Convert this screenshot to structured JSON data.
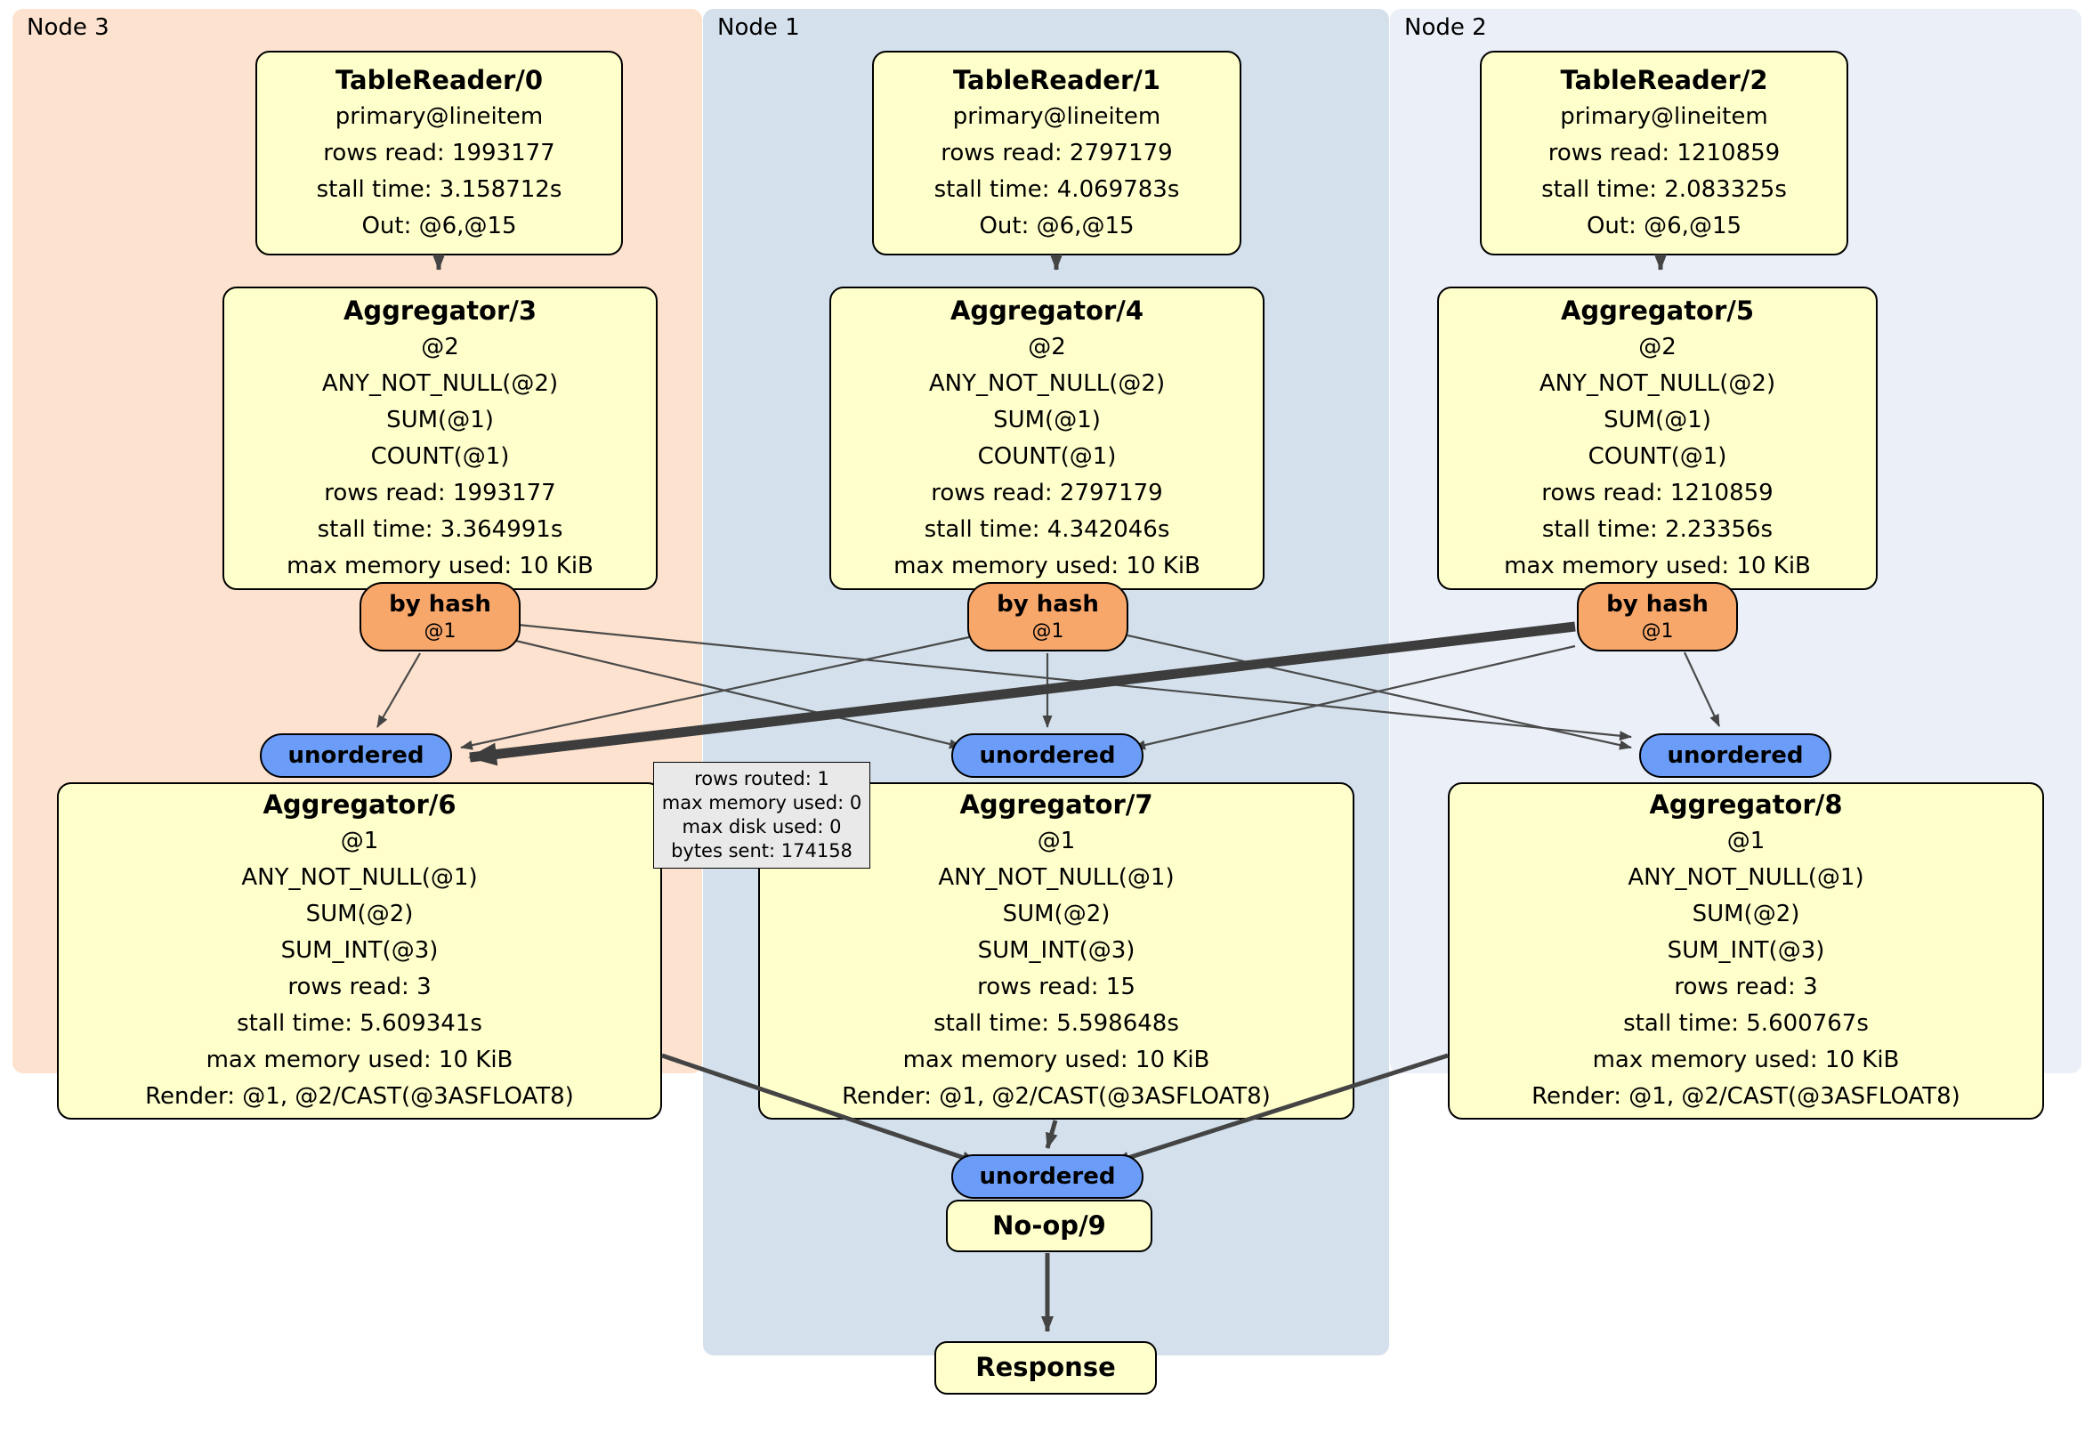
{
  "panels": {
    "node3": {
      "label": "Node 3"
    },
    "node1": {
      "label": "Node 1"
    },
    "node2": {
      "label": "Node 2"
    }
  },
  "processors": {
    "tablereader0": {
      "title": "TableReader/0",
      "lines": [
        "primary@lineitem",
        "rows read: 1993177",
        "stall time: 3.158712s",
        "Out: @6,@15"
      ]
    },
    "tablereader1": {
      "title": "TableReader/1",
      "lines": [
        "primary@lineitem",
        "rows read: 2797179",
        "stall time: 4.069783s",
        "Out: @6,@15"
      ]
    },
    "tablereader2": {
      "title": "TableReader/2",
      "lines": [
        "primary@lineitem",
        "rows read: 1210859",
        "stall time: 2.083325s",
        "Out: @6,@15"
      ]
    },
    "aggregator3": {
      "title": "Aggregator/3",
      "lines": [
        "@2",
        "ANY_NOT_NULL(@2)",
        "SUM(@1)",
        "COUNT(@1)",
        "rows read: 1993177",
        "stall time: 3.364991s",
        "max memory used: 10 KiB"
      ]
    },
    "aggregator4": {
      "title": "Aggregator/4",
      "lines": [
        "@2",
        "ANY_NOT_NULL(@2)",
        "SUM(@1)",
        "COUNT(@1)",
        "rows read: 2797179",
        "stall time: 4.342046s",
        "max memory used: 10 KiB"
      ]
    },
    "aggregator5": {
      "title": "Aggregator/5",
      "lines": [
        "@2",
        "ANY_NOT_NULL(@2)",
        "SUM(@1)",
        "COUNT(@1)",
        "rows read: 1210859",
        "stall time: 2.23356s",
        "max memory used: 10 KiB"
      ]
    },
    "aggregator6": {
      "title": "Aggregator/6",
      "lines": [
        "@1",
        "ANY_NOT_NULL(@1)",
        "SUM(@2)",
        "SUM_INT(@3)",
        "rows read: 3",
        "stall time: 5.609341s",
        "max memory used: 10 KiB",
        "Render: @1, @2/CAST(@3ASFLOAT8)"
      ]
    },
    "aggregator7": {
      "title": "Aggregator/7",
      "lines": [
        "@1",
        "ANY_NOT_NULL(@1)",
        "SUM(@2)",
        "SUM_INT(@3)",
        "rows read: 15",
        "stall time: 5.598648s",
        "max memory used: 10 KiB",
        "Render: @1, @2/CAST(@3ASFLOAT8)"
      ]
    },
    "aggregator8": {
      "title": "Aggregator/8",
      "lines": [
        "@1",
        "ANY_NOT_NULL(@1)",
        "SUM(@2)",
        "SUM_INT(@3)",
        "rows read: 3",
        "stall time: 5.600767s",
        "max memory used: 10 KiB",
        "Render: @1, @2/CAST(@3ASFLOAT8)"
      ]
    },
    "noop9": {
      "title": "No-op/9"
    },
    "response": {
      "title": "Response"
    }
  },
  "routers": {
    "by_hash": {
      "label": "by hash",
      "param": "@1"
    },
    "unordered": {
      "label": "unordered"
    }
  },
  "tooltip": {
    "lines": [
      "rows routed: 1",
      "max memory used: 0",
      "max disk used: 0",
      "bytes sent: 174158"
    ]
  },
  "colors": {
    "panel_node3": "#fde3cf",
    "panel_node1": "#d4e1ed",
    "panel_node2": "#eaeff8",
    "processor_fill": "#ffffcc",
    "by_hash_fill": "#f8a76b",
    "unordered_fill": "#6b9df8",
    "tooltip_fill": "#e9e9e9",
    "edge": "#444444"
  }
}
